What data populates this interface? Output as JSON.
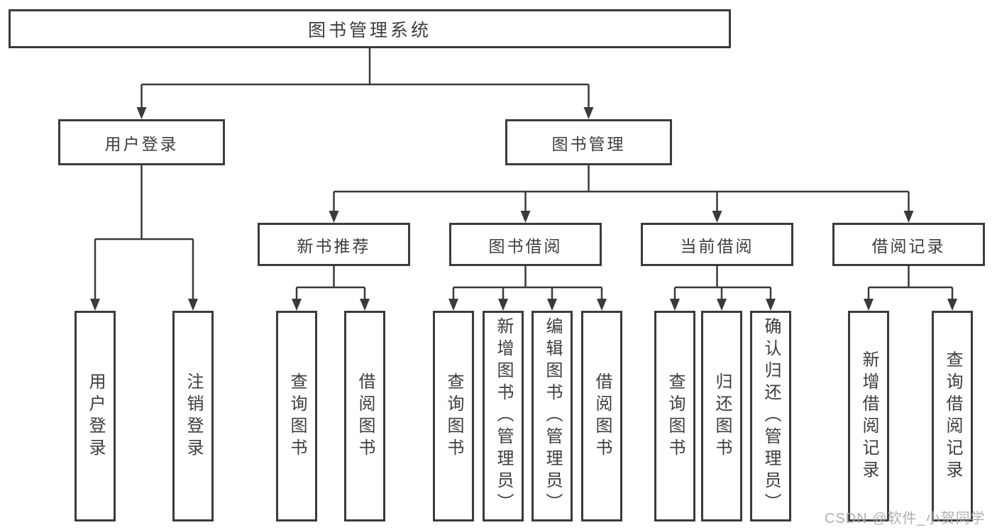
{
  "diagram": {
    "root": {
      "label": "图书管理系统"
    },
    "level2": {
      "user_login": {
        "label": "用户登录"
      },
      "book_management": {
        "label": "图书管理"
      }
    },
    "level3": {
      "new_book_recommend": {
        "label": "新书推荐"
      },
      "book_borrowing": {
        "label": "图书借阅"
      },
      "current_borrowing": {
        "label": "当前借阅"
      },
      "borrowing_records": {
        "label": "借阅记录"
      }
    },
    "leaves": {
      "user_login": {
        "label": "用户登录"
      },
      "logout": {
        "label": "注销登录"
      },
      "query_books_recommend": {
        "label": "查询图书"
      },
      "borrow_books_recommend": {
        "label": "借阅图书"
      },
      "query_books_borrow": {
        "label": "查询图书"
      },
      "add_books_admin": {
        "label": "新增图书（管理员）"
      },
      "edit_books_admin": {
        "label": "编辑图书（管理员）"
      },
      "borrow_books_borrow": {
        "label": "借阅图书"
      },
      "query_books_current": {
        "label": "查询图书"
      },
      "return_books": {
        "label": "归还图书"
      },
      "confirm_return_admin": {
        "label": "确认归还（管理员）"
      },
      "add_borrow_record": {
        "label": "新增借阅记录"
      },
      "query_borrow_record": {
        "label": "查询借阅记录"
      }
    }
  },
  "watermark": {
    "text": "CSDN @软件_小贺同学",
    "color": "#ababab"
  },
  "colors": {
    "border": "#3b3b3b",
    "line": "#3a3a3a",
    "text": "#3d3d3d",
    "background": "#ffffff",
    "watermark": "#ababab"
  }
}
